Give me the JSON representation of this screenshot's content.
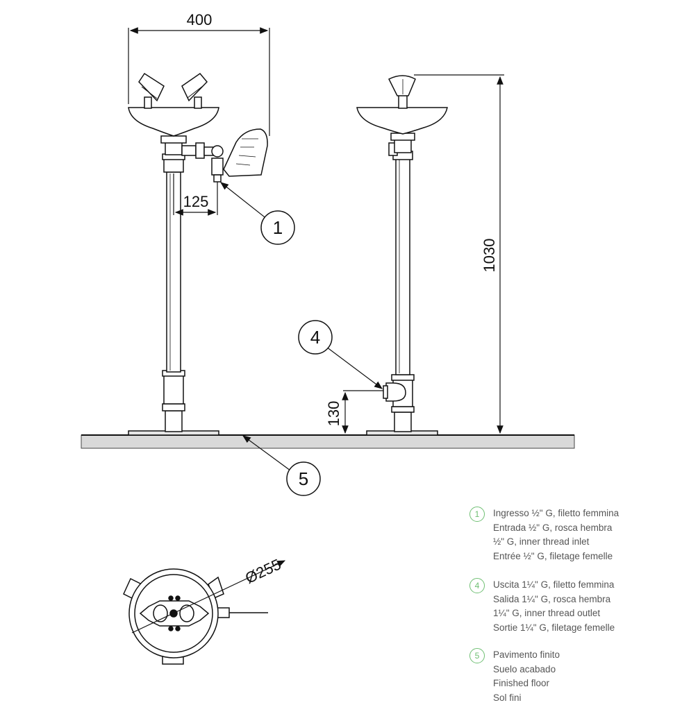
{
  "dimensions": {
    "width_400": "400",
    "offset_125": "125",
    "height_1030": "1030",
    "height_130": "130",
    "diameter_255": "Ø255"
  },
  "callouts": {
    "c1": "1",
    "c4": "4",
    "c5": "5"
  },
  "legend": [
    {
      "number": "1",
      "lines": [
        "Ingresso ½\" G, filetto femmina",
        "Entrada ½\" G, rosca hembra",
        "½\" G, inner thread inlet",
        "Entrée ½\" G, filetage femelle"
      ]
    },
    {
      "number": "4",
      "lines": [
        "Uscita 1¼\" G, filetto femmina",
        "Salida 1¼\" G, rosca hembra",
        "1¼\" G, inner thread outlet",
        "Sortie 1¼\" G, filetage femelle"
      ]
    },
    {
      "number": "5",
      "lines": [
        "Pavimento finito",
        "Suelo acabado",
        "Finished floor",
        "Sol fini"
      ]
    }
  ],
  "colors": {
    "line": "#111111",
    "floor": "#d9d9d9",
    "legend_accent": "#6fbf73",
    "legend_text": "#555555"
  }
}
